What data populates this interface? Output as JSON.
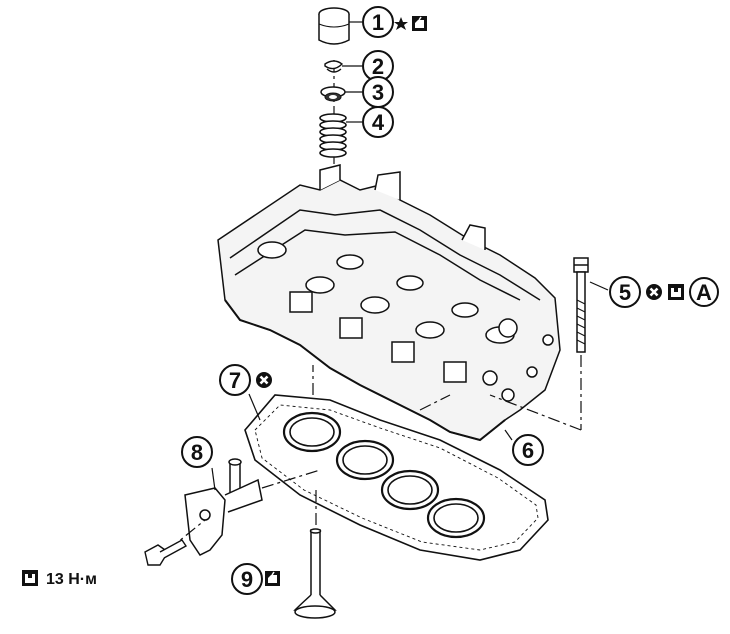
{
  "callouts": [
    {
      "id": "1",
      "number": "1",
      "symbols": [
        "star",
        "oil-can"
      ]
    },
    {
      "id": "2",
      "number": "2",
      "symbols": []
    },
    {
      "id": "3",
      "number": "3",
      "symbols": []
    },
    {
      "id": "4",
      "number": "4",
      "symbols": []
    },
    {
      "id": "5",
      "number": "5",
      "symbols": [
        "do-not-reuse",
        "torque-wrench"
      ],
      "torque_ref": "A"
    },
    {
      "id": "6",
      "number": "6",
      "symbols": []
    },
    {
      "id": "7",
      "number": "7",
      "symbols": [
        "do-not-reuse"
      ]
    },
    {
      "id": "8",
      "number": "8",
      "symbols": []
    },
    {
      "id": "9",
      "number": "9",
      "symbols": [
        "oil-can"
      ]
    }
  ],
  "torque_note": {
    "value": "13 Н·м",
    "symbol": "torque-wrench"
  },
  "colors": {
    "line": "#111111",
    "background": "#ffffff"
  }
}
